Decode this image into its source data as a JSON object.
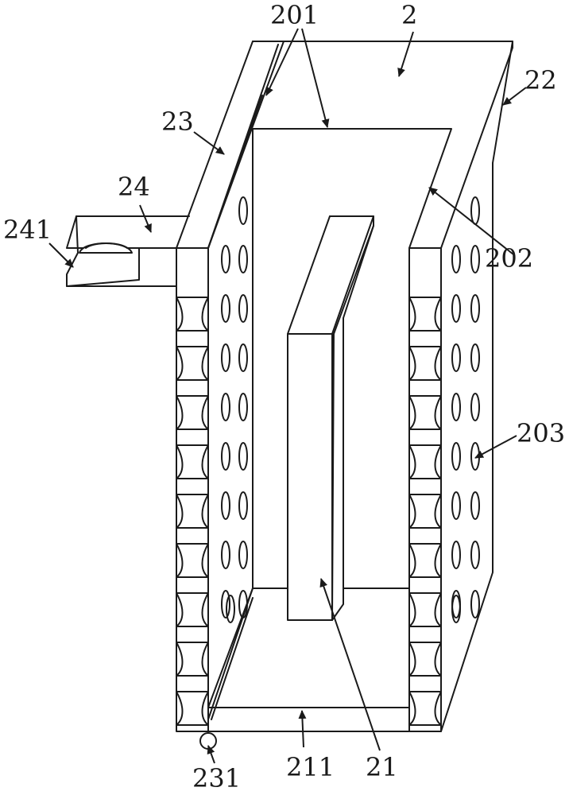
{
  "labels": {
    "l201": "201",
    "l2": "2",
    "l22": "22",
    "l23": "23",
    "l24": "24",
    "l241": "241",
    "l202": "202",
    "l203": "203",
    "l231": "231",
    "l211": "211",
    "l21": "21"
  },
  "colors": {
    "line": "#1a1a1a",
    "background": "#ffffff"
  }
}
